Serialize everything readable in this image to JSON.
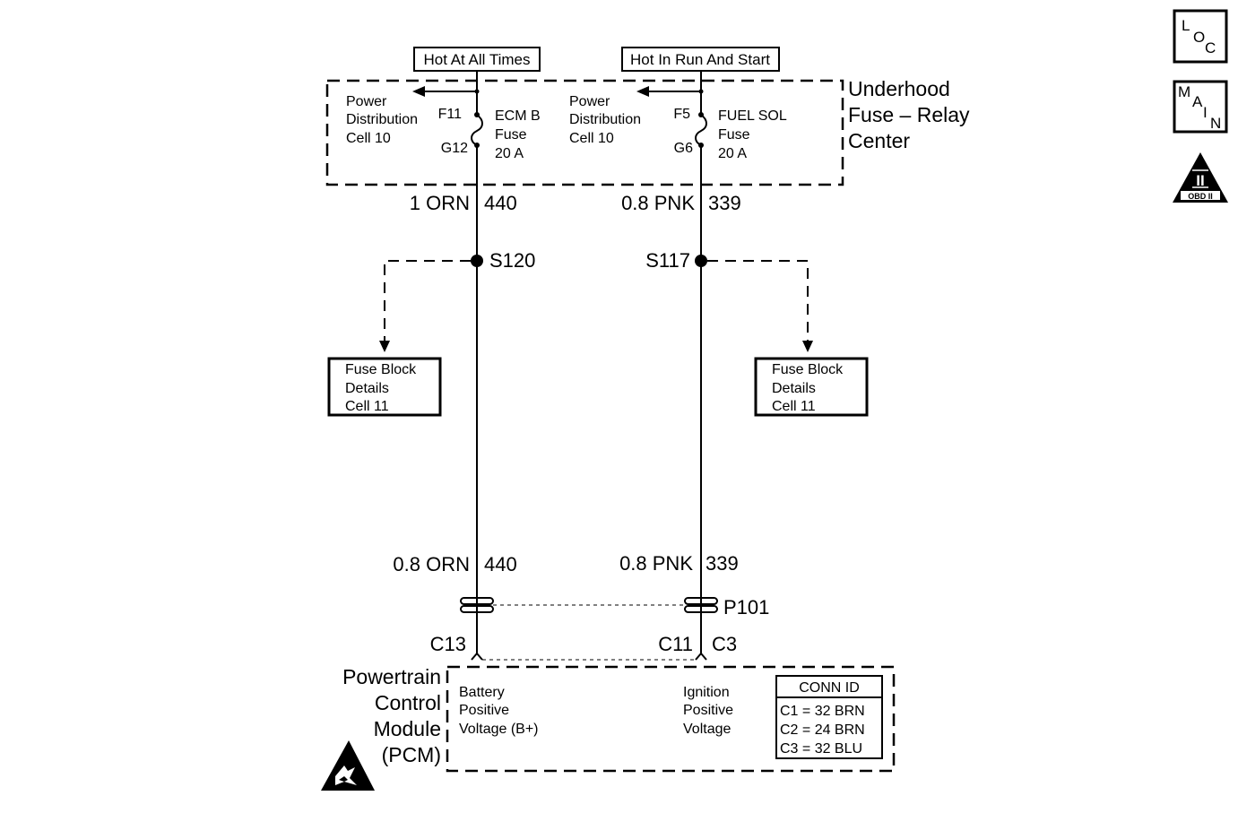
{
  "sources": {
    "hot_at_all_times": "Hot At All Times",
    "hot_in_run_and_start": "Hot In Run And Start"
  },
  "fuse_center": {
    "label_line1": "Underhood",
    "label_line2": "Fuse – Relay",
    "label_line3": "Center",
    "left": {
      "pdc_line1": "Power",
      "pdc_line2": "Distribution",
      "pdc_line3": "Cell 10",
      "top_terminal": "F11",
      "bottom_terminal": "G12",
      "fuse_line1": "ECM B",
      "fuse_line2": "Fuse",
      "fuse_line3": "20 A"
    },
    "right": {
      "pdc_line1": "Power",
      "pdc_line2": "Distribution",
      "pdc_line3": "Cell 10",
      "top_terminal": "F5",
      "bottom_terminal": "G6",
      "fuse_line1": "FUEL SOL",
      "fuse_line2": "Fuse",
      "fuse_line3": "20 A"
    }
  },
  "wires": {
    "left_upper_color": "1 ORN",
    "left_upper_circuit": "440",
    "right_upper_color": "0.8 PNK",
    "right_upper_circuit": "339",
    "left_lower_color": "0.8 ORN",
    "left_lower_circuit": "440",
    "right_lower_color": "0.8 PNK",
    "right_lower_circuit": "339"
  },
  "splices": {
    "left": "S120",
    "right": "S117"
  },
  "fuse_block_details": {
    "left_line1": "Fuse Block",
    "left_line2": "Details",
    "left_line3": "Cell 11",
    "right_line1": "Fuse Block",
    "right_line2": "Details",
    "right_line3": "Cell 11"
  },
  "connector": {
    "name": "P101",
    "left_pin": "C13",
    "right_pin_conn": "C11",
    "right_pin_conn2": "C3"
  },
  "pcm": {
    "label_line1": "Powertrain",
    "label_line2": "Control",
    "label_line3": "Module",
    "label_line4": "(PCM)",
    "left_func_line1": "Battery",
    "left_func_line2": "Positive",
    "left_func_line3": "Voltage (B+)",
    "right_func_line1": "Ignition",
    "right_func_line2": "Positive",
    "right_func_line3": "Voltage",
    "conn_id": {
      "title": "CONN ID",
      "rows": [
        "C1 = 32 BRN",
        "C2 = 24 BRN",
        "C3 = 32 BLU"
      ]
    }
  },
  "nav": {
    "loc": {
      "l": "L",
      "o": "O",
      "c": "C"
    },
    "main": {
      "m": "M",
      "a": "A",
      "i": "I",
      "n": "N"
    },
    "obd": {
      "numeral": "II",
      "label": "OBD II"
    }
  },
  "icons": {
    "esd": "esd-warning-icon",
    "obd": "obd-ii-triangle-icon"
  }
}
